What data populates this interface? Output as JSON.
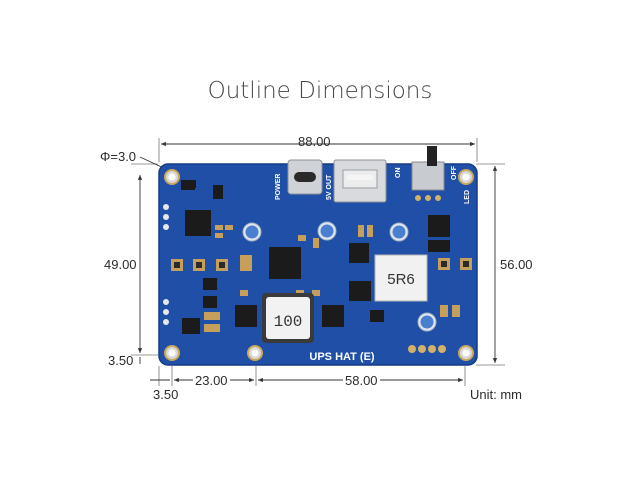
{
  "title": "Outline Dimensions",
  "dimensions": {
    "width_total": "88.00",
    "height_total": "56.00",
    "hole_spacing_vertical": "49.00",
    "hole_offset_bottom": "3.50",
    "hole_offset_left": "3.50",
    "hole_to_connector": "23.00",
    "hole_spacing_horizontal": "58.00",
    "hole_diameter": "Φ=3.0"
  },
  "unit_label": "Unit: mm",
  "board": {
    "name": "UPS HAT (E)",
    "labels": {
      "power": "POWER",
      "usb_out": "5V OUT",
      "on": "ON",
      "off": "OFF",
      "led": "LED",
      "inductor": "100",
      "resistor": "5R6"
    },
    "colors": {
      "pcb": "#1f4fa6",
      "pcb_edge": "#163c86",
      "copper": "#d4b168"
    }
  }
}
